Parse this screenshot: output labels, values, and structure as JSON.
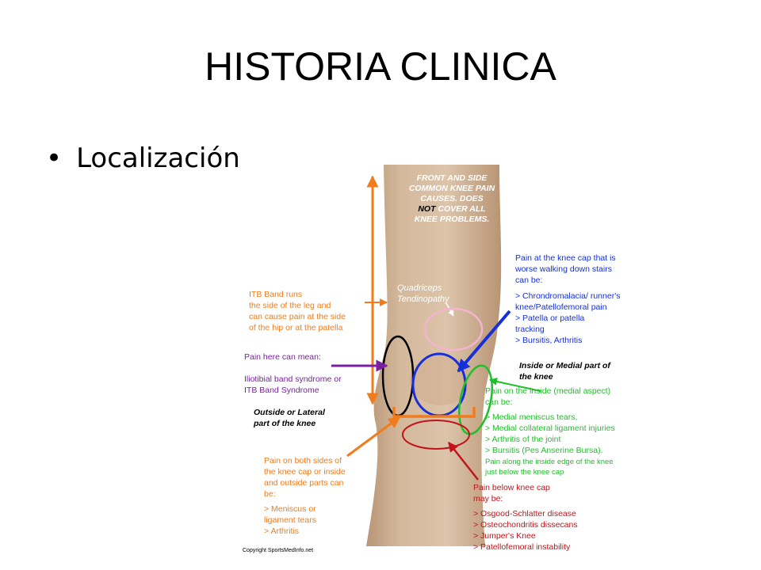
{
  "slide": {
    "title": "HISTORIA CLINICA",
    "bullet": "Localización"
  },
  "diagram": {
    "header": [
      "FRONT AND SIDE",
      "COMMON KNEE PAIN",
      "CAUSES. DOES",
      "COVER ALL",
      "KNEE PROBLEMS."
    ],
    "header_not": "NOT",
    "quadriceps": [
      "Quadriceps",
      "Tendinopathy"
    ],
    "itb": [
      "ITB Band runs",
      "the side of the leg and",
      "can cause pain at the side",
      "of the hip or at the patella"
    ],
    "pain_here": "Pain here can mean:",
    "itb_syndrome": [
      "Iliotibial band syndrome or",
      "ITB Band Syndrome"
    ],
    "outside_lateral": [
      "Outside or Lateral",
      "part of the knee"
    ],
    "both_sides": [
      "Pain on both sides of",
      "the knee cap or inside",
      "and outside parts can",
      "be:",
      "",
      "> Meniscus or",
      "   ligament tears",
      "> Arthritis"
    ],
    "knee_cap": [
      "Pain at the knee cap that is",
      "worse walking down stairs",
      "can be:",
      "",
      "> Chrondromalacia/ runner's",
      "   knee/Patellofemoral pain",
      "> Patella or patella",
      "   tracking",
      "> Bursitis, Arthritis"
    ],
    "inside_medial": [
      "Inside or Medial part of",
      "the knee"
    ],
    "inside_pain": [
      "Pain on the inside (medial aspect)",
      "can be:",
      "",
      "> Medial meniscus tears,",
      "> Medial collateral ligament injuries",
      "> Arthritis of the joint",
      "> Bursitis (Pes Anserine Bursa).",
      "   Pain along the inside edge of the knee",
      "   just below the knee cap"
    ],
    "below_cap": [
      "Pain below knee cap",
      "may be:",
      "",
      "> Osgood-Schlatter disease",
      "> Osteochondritis dissecans",
      "> Jumper's Knee",
      "> Patellofemoral instability"
    ],
    "copyright": "Copyright SportsMedInfo.net",
    "colors": {
      "orange": "#f07c1e",
      "purple": "#7a1fa2",
      "blue": "#1530d8",
      "green": "#1fbf2a",
      "red": "#c0141a",
      "pink": "#f3b4cf",
      "black": "#000000"
    }
  }
}
